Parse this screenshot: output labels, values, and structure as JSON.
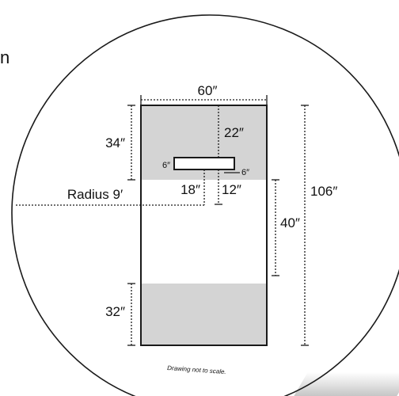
{
  "fragment_text": "n",
  "labels": {
    "width": "60″",
    "top_shaded": "34″",
    "top_to_slot": "22″",
    "slot_left": "6″",
    "slot_right": "6″",
    "slot_offset": "18″",
    "slot_to_line": "12″",
    "radius": "Radius 9′",
    "overall_height": "106″",
    "middle": "40″",
    "bottom_shaded": "32″",
    "note": "Drawing not to scale."
  },
  "colors": {
    "shade": "#d4d4d4",
    "line": "#1a1a1a"
  }
}
